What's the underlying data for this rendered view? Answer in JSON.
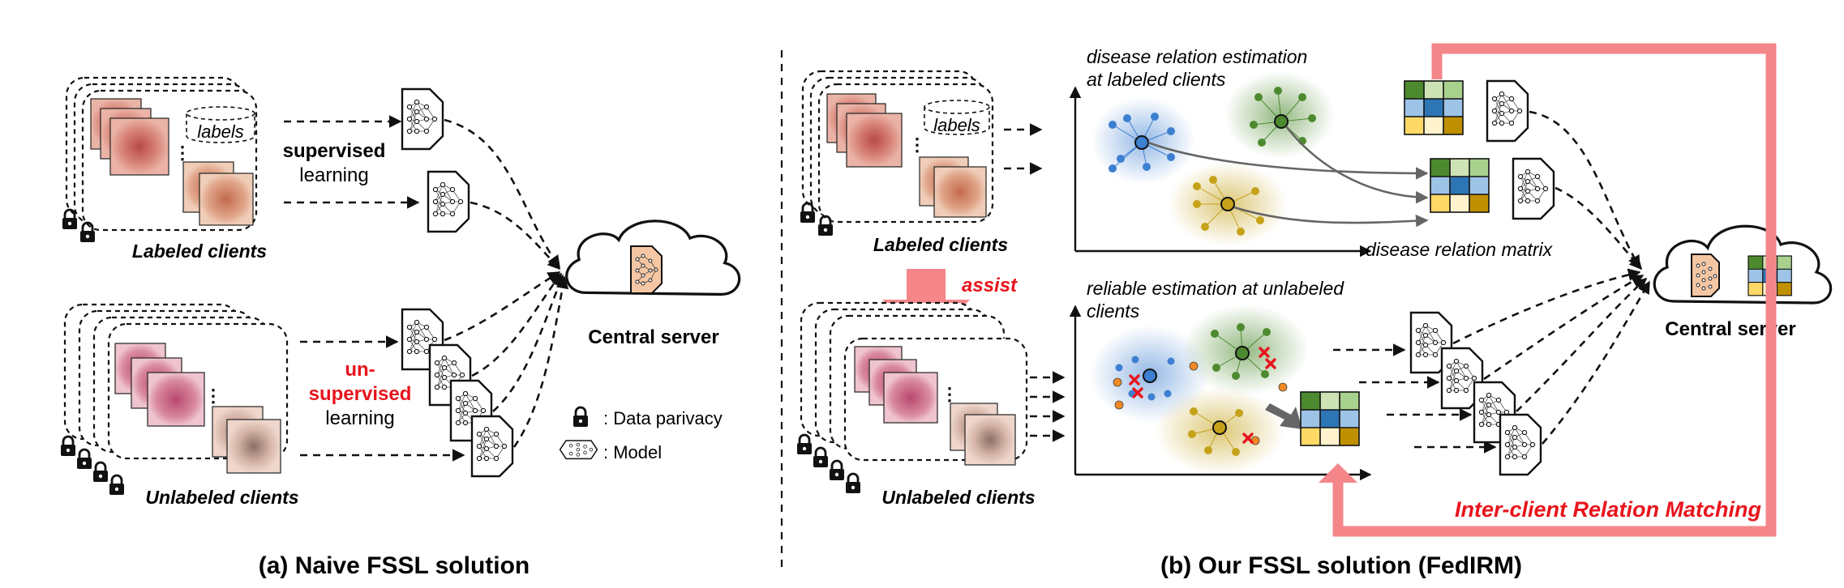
{
  "panel_a": {
    "labeled_clients": "Labeled clients",
    "labels_tag": "labels",
    "supervised_line1": "supervised",
    "supervised_line2": "learning",
    "unlabeled_clients": "Unlabeled clients",
    "unsupervised_line1": "un-",
    "unsupervised_line2": "supervised",
    "unsupervised_line3": "learning",
    "server": "Central server",
    "legend_privacy": ": Data parivacy",
    "legend_model": ": Model",
    "caption": "(a) Naive FSSL solution"
  },
  "panel_b": {
    "labeled_clients": "Labeled clients",
    "labels_tag": "labels",
    "assist": "assist",
    "unlabeled_clients": "Unlabeled clients",
    "estimation_line1": "disease relation estimation",
    "estimation_line2": "at labeled clients",
    "matrix_label": "disease relation matrix",
    "reliable_line1": "reliable estimation at unlabeled",
    "reliable_line2": "clients",
    "server": "Central server",
    "irm": "Inter-client Relation Matching",
    "caption": "(b) Our FSSL solution (FedIRM)"
  },
  "colors": {
    "accent_red": "#e8141c",
    "irm_pink": "#f4868a",
    "cluster_blue": "#3d7fd0",
    "cluster_green": "#4d8a2f",
    "cluster_gold": "#c6a21a",
    "server_model": "#f5c6a3"
  },
  "icons": [
    "lock-icon",
    "neural-network-model-icon",
    "cloud-server-icon",
    "skin-lesion-image",
    "database-cylinder-icon",
    "relation-matrix-icon"
  ]
}
